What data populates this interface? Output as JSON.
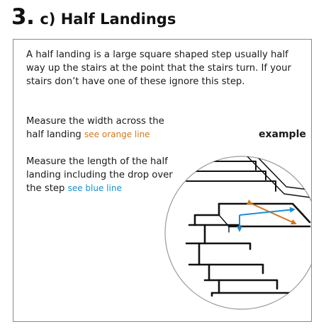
{
  "header": {
    "step_number": "3.",
    "title": "c) Half Landings"
  },
  "intro_text": "A half landing is a large square shaped step usually half way up the stairs at the point that the stairs turn. If your stairs don’t have one of these ignore this step.",
  "instructions": [
    {
      "text": "Measure the width across the half landing",
      "highlight": "see orange line",
      "color": "#d2781e"
    },
    {
      "text": "Measure the length of the half landing including the drop over the step",
      "highlight": "see blue line",
      "color": "#1a8fd0"
    }
  ],
  "example_label": "example",
  "colors": {
    "orange_line": "#d2781e",
    "blue_line": "#1a8fd0",
    "panel_border": "#8a8a8a",
    "circle_border": "#9a9a9a"
  }
}
